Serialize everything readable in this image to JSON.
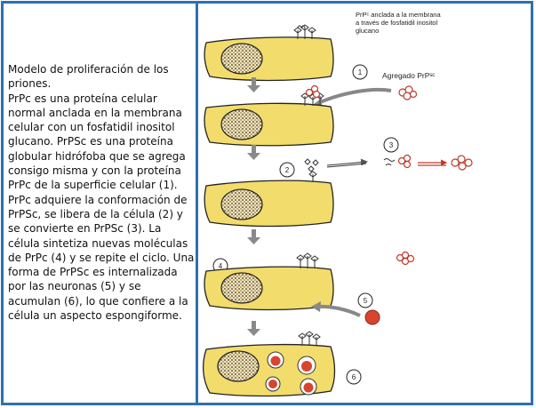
{
  "caption": {
    "title": "Modelo de proliferación de los priones.",
    "body": "PrPc es una proteína celular normal anclada en la membrana celular con un fosfatidil inositol glucano. PrPSc es una proteína globular hidrófoba que se agrega consigo misma y con la proteína PrPc de la superficie celular (1). PrPc adquiere la conformación de PrPSc, se libera de la célula (2) y se convierte en PrPSc (3). La célula sintetiza nuevas moléculas de PrPc (4) y se repite el ciclo. Una forma de PrPSc es internalizada por las neuronas (5) y se acumulan (6), lo que confiere a la célula un aspecto espongiforme."
  },
  "diagram": {
    "label_membrane": {
      "line1": "PrPᶜ anclada a la membrana",
      "line2": "a través de fosfatidil inositol",
      "line3": "glucano"
    },
    "label_aggregate": "Agregado PrPˢᶜ",
    "steps": [
      "1",
      "2",
      "3",
      "4",
      "5",
      "6"
    ]
  },
  "colors": {
    "frame": "#2f6fb3",
    "cell_fill": "#f2dc6c",
    "nucleus": "#6b5a3a",
    "prion": "#d9442f",
    "arrow": "#7a7a7a"
  }
}
